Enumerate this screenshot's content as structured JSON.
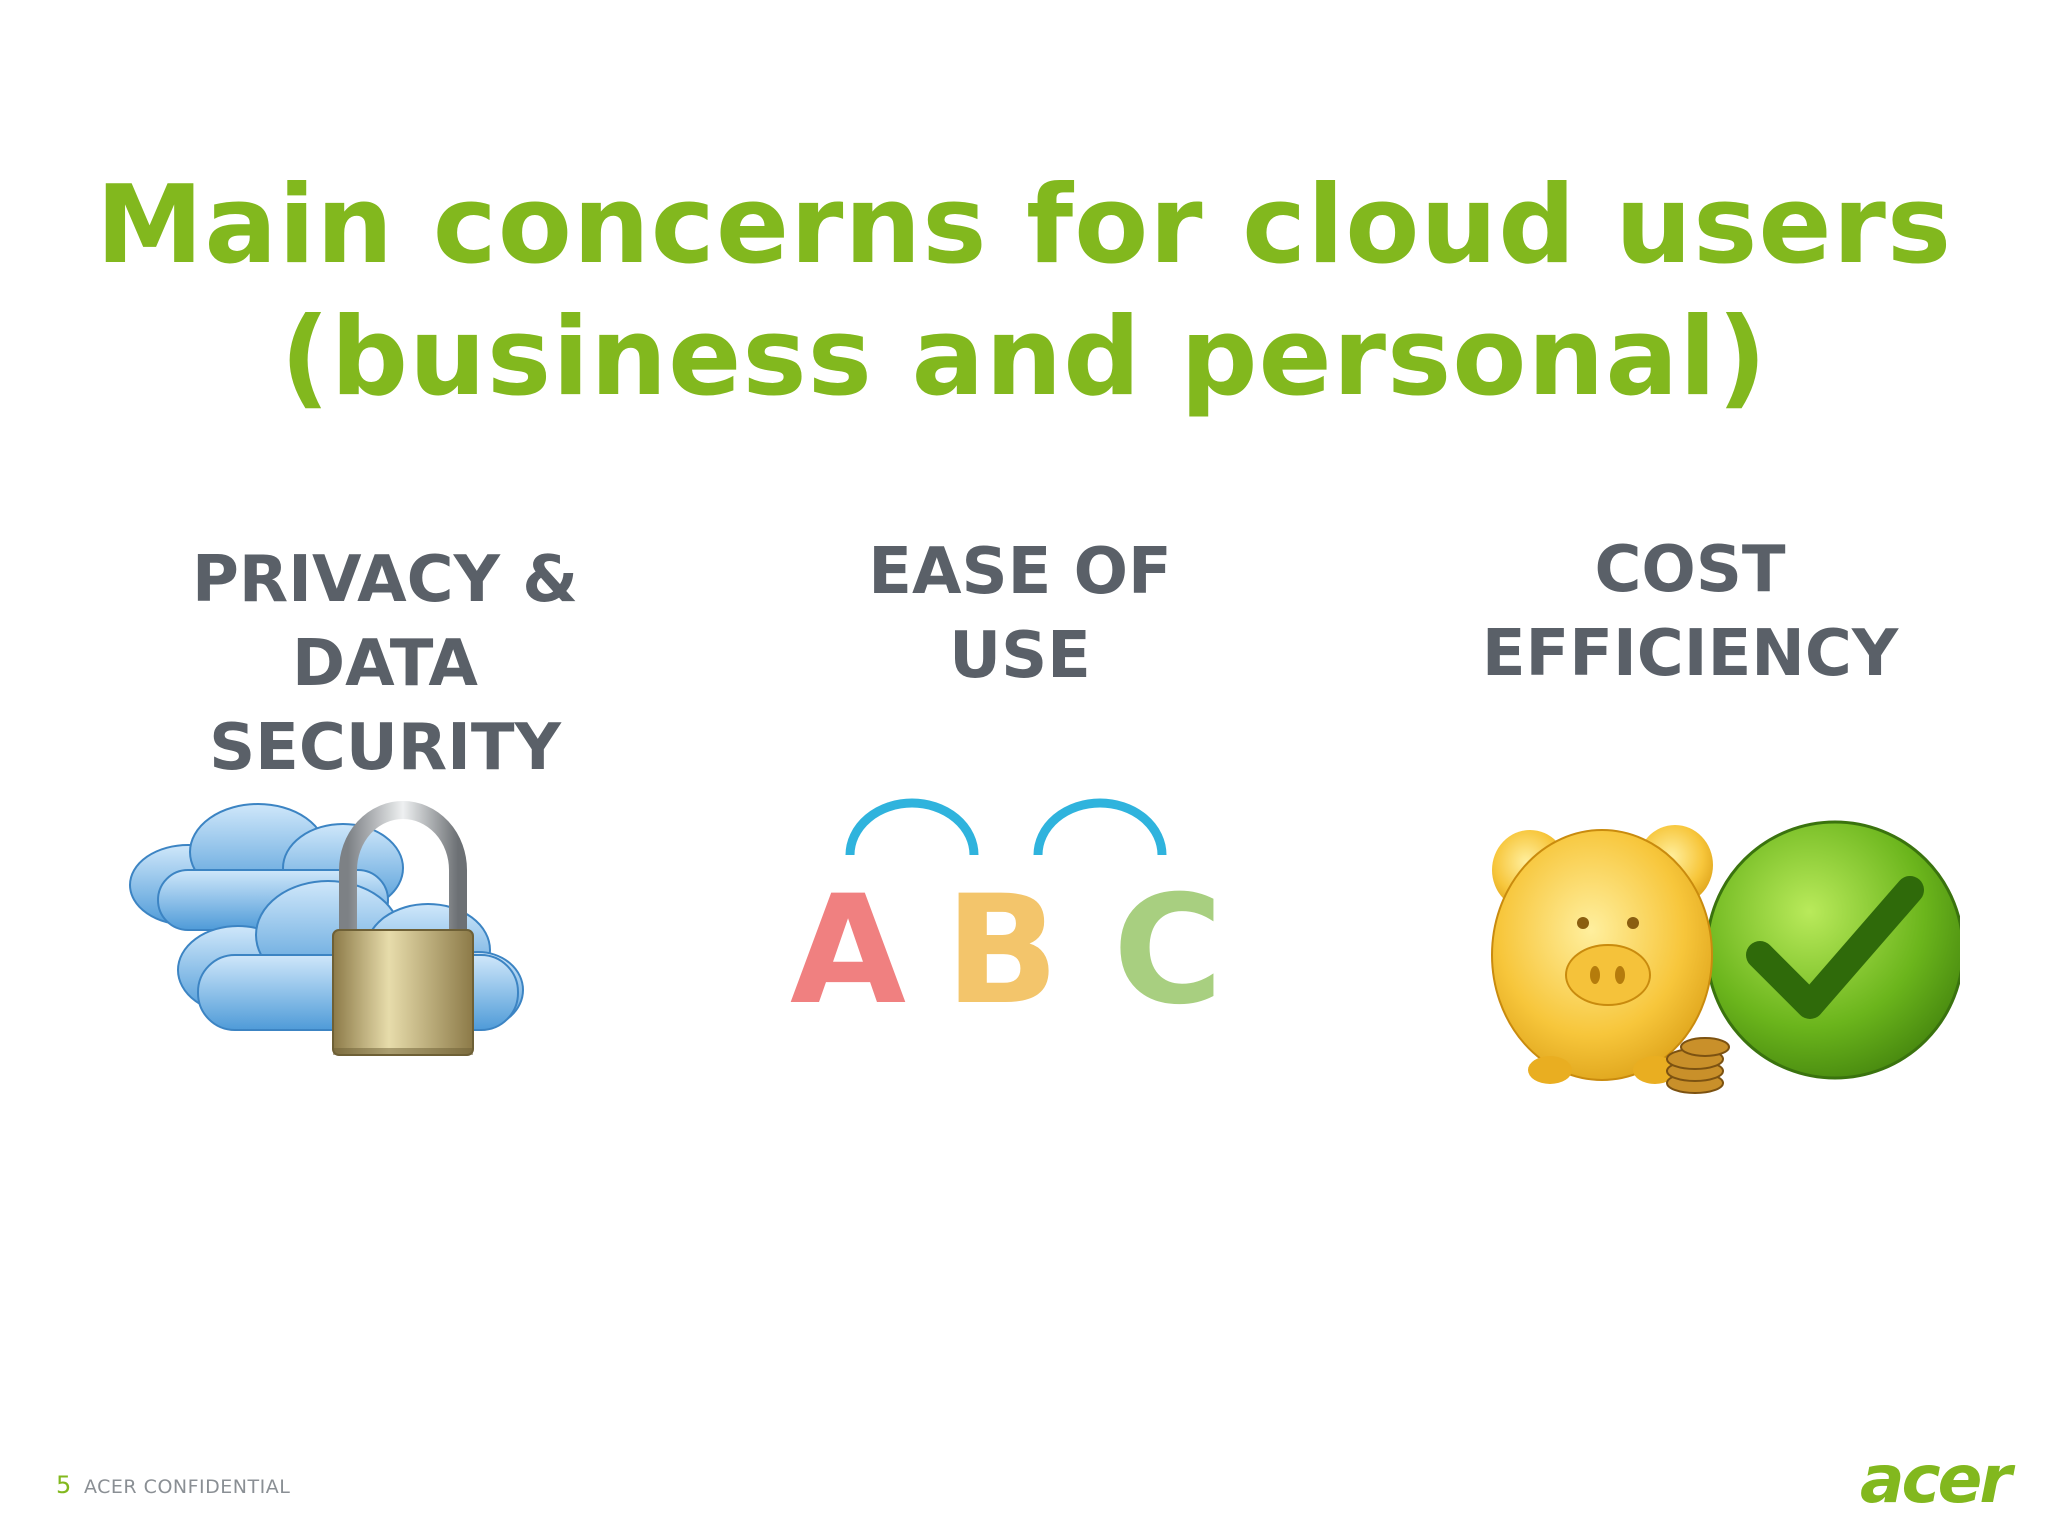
{
  "slide": {
    "title_line1": "Main concerns for cloud users",
    "title_line2": "(business and personal)",
    "concerns": [
      {
        "line1": "PRIVACY &",
        "line2": "DATA SECURITY",
        "icon": "cloud-padlock-icon"
      },
      {
        "line1": "EASE OF USE",
        "icon": "abc-letters-icon"
      },
      {
        "line1": "COST EFFICIENCY",
        "icon": "piggy-bank-checkmark-icon"
      }
    ],
    "abc_letters": [
      "A",
      "B",
      "C"
    ],
    "footer": {
      "page_number": "5",
      "confidential": "ACER CONFIDENTIAL"
    },
    "logo_text": "acer"
  },
  "colors": {
    "title_green": "#82b81e",
    "heading_gray": "#5a6068",
    "letter_a": "#f08080",
    "letter_b": "#f3c56b",
    "letter_c": "#a8cf80",
    "arc_blue": "#2fb3dd"
  }
}
